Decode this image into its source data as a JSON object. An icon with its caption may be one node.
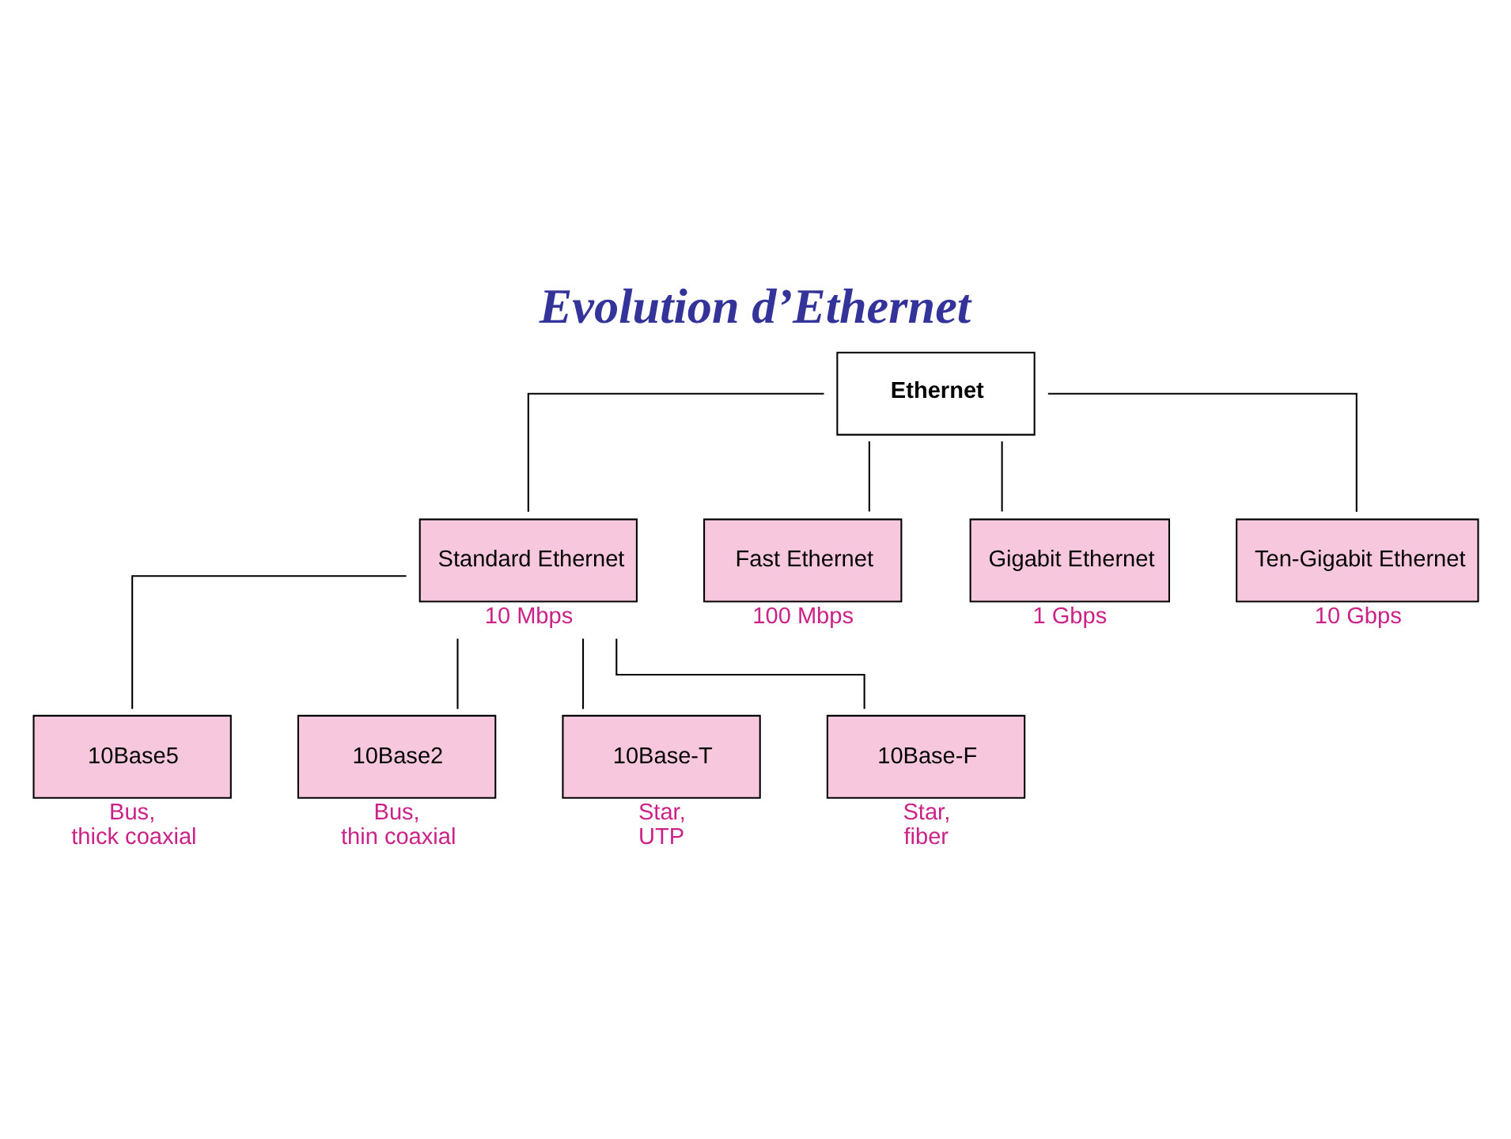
{
  "diagram": {
    "title": "Evolution d’Ethernet",
    "nodes": [
      {
        "text": [
          "Ethernet"
        ]
      },
      {
        "text": [
          "Standard Ethernet"
        ],
        "beside": [
          "10 Mbps"
        ]
      },
      {
        "text": [
          "Fast Ethernet"
        ],
        "beside": [
          "100 Mbps"
        ]
      },
      {
        "text": [
          "Gigabit Ethernet"
        ],
        "beside": [
          "1 Gbps"
        ]
      },
      {
        "text": [
          "Ten-Gigabit Ethernet"
        ],
        "beside": [
          "10 Gbps"
        ]
      },
      {
        "text": [
          "10Base5"
        ],
        "beside": [
          "Bus, thick coaxial"
        ]
      },
      {
        "text": [
          "10Base2"
        ],
        "beside": [
          "Bus, thin coaxial"
        ]
      },
      {
        "text": [
          "10Base-T"
        ],
        "beside": [
          "Star, UTP"
        ]
      },
      {
        "text": [
          "10Base-F"
        ],
        "beside": [
          "Star, fiber"
        ]
      }
    ],
    "edges": [
      {
        "from": 0,
        "to": 1,
        "arrow": "none"
      },
      {
        "from": 0,
        "to": 2,
        "arrow": "none"
      },
      {
        "from": 0,
        "to": 3,
        "arrow": "none"
      },
      {
        "from": 0,
        "to": 4,
        "arrow": "none"
      },
      {
        "from": 1,
        "to": 5,
        "arrow": "none"
      },
      {
        "from": 1,
        "to": 6,
        "arrow": "none"
      },
      {
        "from": 1,
        "to": 7,
        "arrow": "none"
      },
      {
        "from": 1,
        "to": 8,
        "arrow": "none"
      }
    ]
  }
}
